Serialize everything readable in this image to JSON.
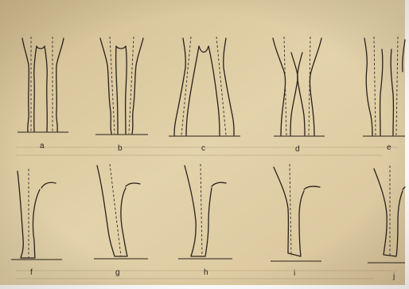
{
  "figure": {
    "labels": {
      "a": "a",
      "b": "b",
      "c": "c",
      "d": "d",
      "e": "e",
      "f": "f",
      "g": "g",
      "h": "h",
      "i": "i",
      "j": "j"
    }
  },
  "colors": {
    "paper_top": "#d9c79e",
    "paper_bottom": "#e7d6ad",
    "ink": "#2b2118",
    "frame": "#ffffff"
  }
}
